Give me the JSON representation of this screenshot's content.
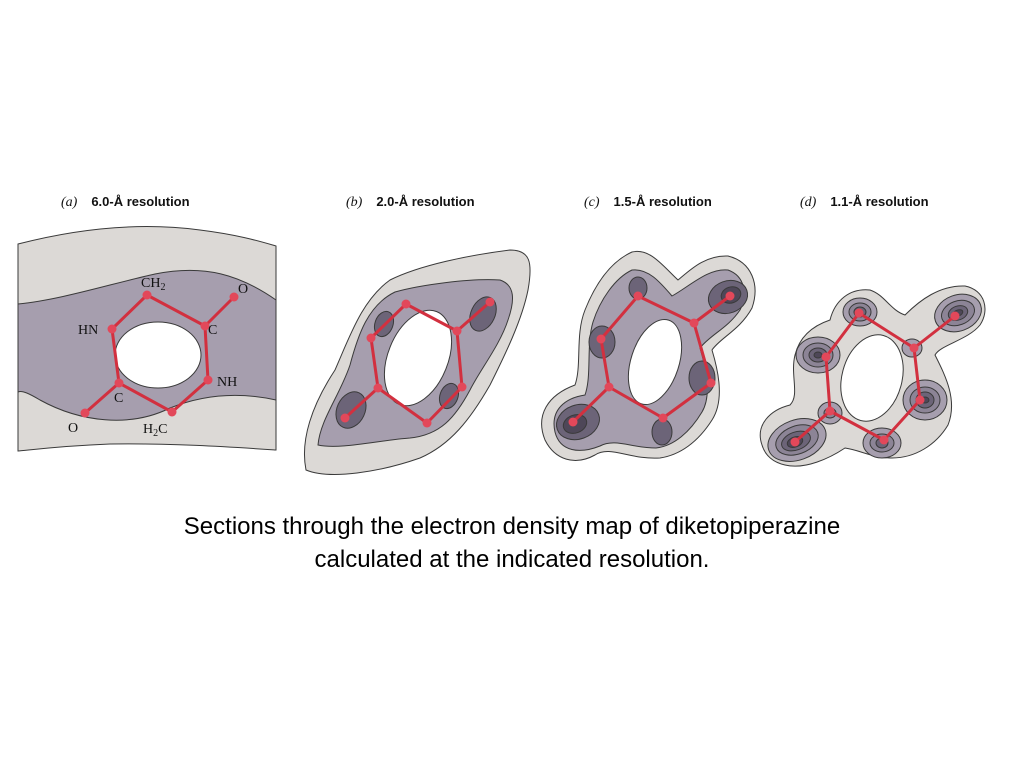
{
  "panels": [
    {
      "letter": "(a)",
      "resolution": "6.0-Å resolution"
    },
    {
      "letter": "(b)",
      "resolution": "2.0-Å resolution"
    },
    {
      "letter": "(c)",
      "resolution": "1.5-Å resolution"
    },
    {
      "letter": "(d)",
      "resolution": "1.1-Å resolution"
    }
  ],
  "atoms": {
    "ch2_main": "CH",
    "ch2_sub": "2",
    "o_top": "O",
    "hn": "HN",
    "c_right": "C",
    "nh": "NH",
    "c_left": "C",
    "o_bottom": "O",
    "h2c_h": "H",
    "h2c_sub": "2",
    "h2c_c": "C"
  },
  "caption": {
    "line1": "Sections through the electron density map of diketopiperazine",
    "line2": "calculated at the indicated resolution."
  },
  "colors": {
    "bond": "#d2303f",
    "atom": "#e2485a",
    "contour_light": "#dcd9d6",
    "contour_mid": "#a69eae",
    "contour_dark": "#6c6478",
    "contour_darker": "#4e4758",
    "outline": "#3a3a3a"
  }
}
